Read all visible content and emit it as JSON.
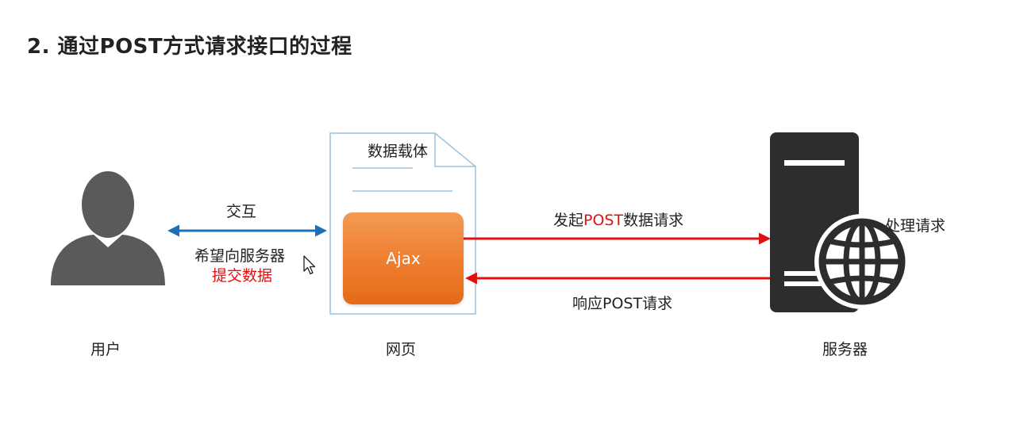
{
  "title": "2. 通过POST方式请求接口的过程",
  "user": {
    "label": "用户"
  },
  "interaction": {
    "label": "交互",
    "line1": "希望向服务器",
    "line2": "提交数据"
  },
  "webpage": {
    "label": "网页",
    "document_label": "数据载体",
    "ajax_label": "Ajax"
  },
  "request": {
    "prefix": "发起",
    "method": "POST",
    "suffix": "数据请求"
  },
  "response": {
    "label": "响应POST请求"
  },
  "server": {
    "label": "服务器",
    "process_label": "处理请求"
  },
  "colors": {
    "interaction_arrow": "#1e6fb5",
    "request_arrow": "#e01010",
    "icon_gray": "#5a5a5a",
    "server_dark": "#2d2d2d",
    "ajax_orange": "#ee7d2e",
    "document_border": "#9cc3df"
  },
  "icons": {
    "user": "user-silhouette-icon",
    "server": "server-tower-icon",
    "globe": "globe-icon",
    "document": "document-icon",
    "cursor": "mouse-cursor-icon"
  }
}
